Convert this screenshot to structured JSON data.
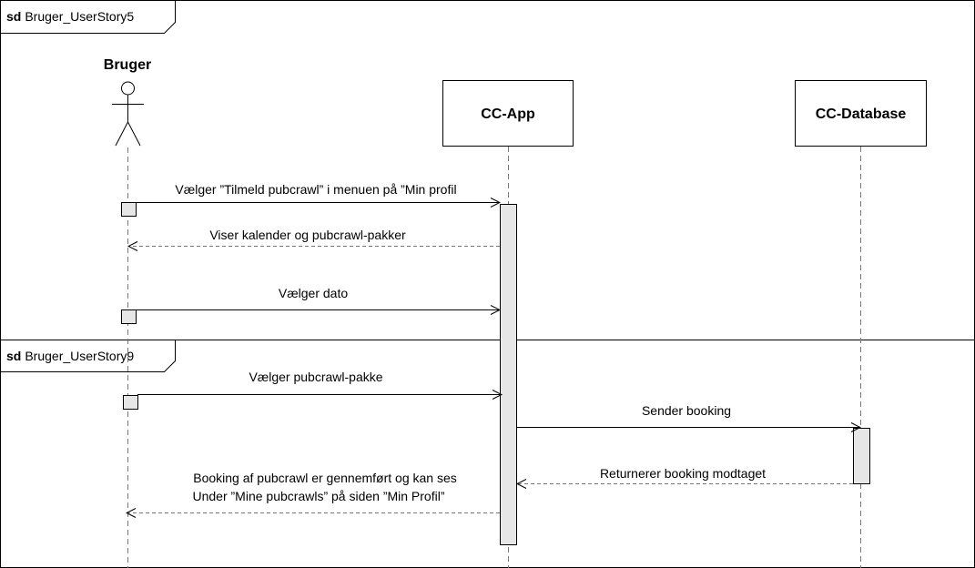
{
  "frames": [
    {
      "keyword": "sd",
      "name": "Bruger_UserStory5"
    },
    {
      "keyword": "sd",
      "name": "Bruger_UserStory9"
    }
  ],
  "lifelines": {
    "actor": {
      "label": "Bruger",
      "kind": "actor"
    },
    "app": {
      "label": "CC-App",
      "kind": "object"
    },
    "database": {
      "label": "CC-Database",
      "kind": "object"
    }
  },
  "messages": [
    {
      "from": "Bruger",
      "to": "CC-App",
      "label": "Vælger ”Tilmeld pubcrawl” i menuen på ”Min profil",
      "style": "sync"
    },
    {
      "from": "CC-App",
      "to": "Bruger",
      "label": "Viser kalender og pubcrawl-pakker",
      "style": "return"
    },
    {
      "from": "Bruger",
      "to": "CC-App",
      "label": "Vælger dato",
      "style": "sync"
    },
    {
      "from": "Bruger",
      "to": "CC-App",
      "label": "Vælger pubcrawl-pakke",
      "style": "sync"
    },
    {
      "from": "CC-App",
      "to": "CC-Database",
      "label": "Sender booking",
      "style": "sync"
    },
    {
      "from": "CC-Database",
      "to": "CC-App",
      "label": "Returnerer booking modtaget",
      "style": "return"
    },
    {
      "from": "CC-App",
      "to": "Bruger",
      "label_lines": [
        "Booking af pubcrawl er gennemført og kan ses",
        "Under ”Mine pubcrawls” på siden ”Min Profil”"
      ],
      "style": "return"
    }
  ]
}
